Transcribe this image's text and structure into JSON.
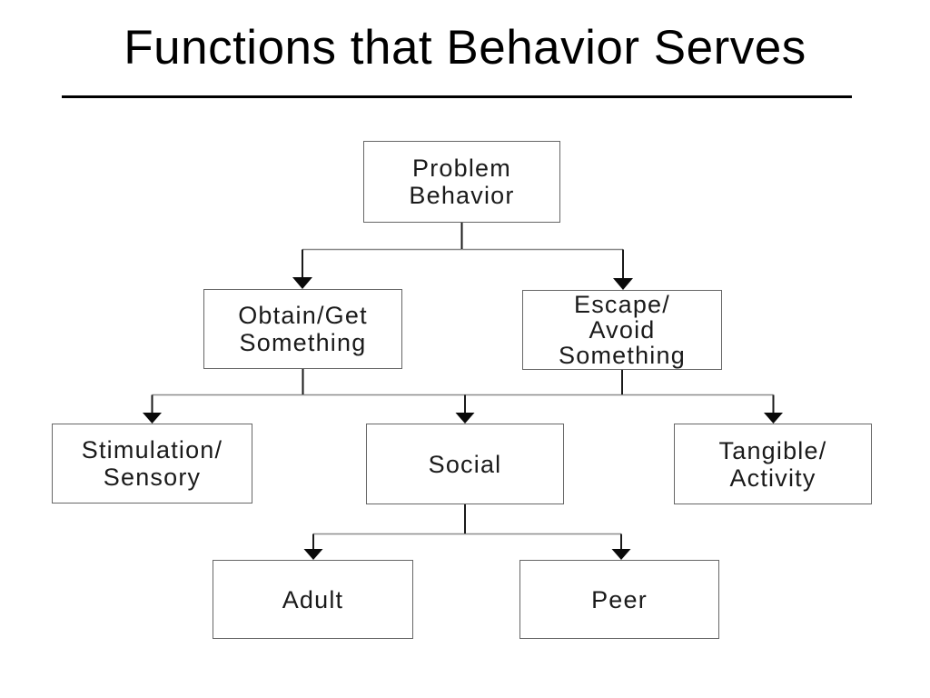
{
  "slide": {
    "title": "Functions that Behavior Serves"
  },
  "colors": {
    "background": "#ffffff",
    "title_text": "#000000",
    "title_underline": "#000000",
    "box_fill": "#ffffff",
    "box_border": "#666666",
    "box_text": "#1a1a1a",
    "connector_rail": "#8c8c8c",
    "connector_stem": "#1a1a1a",
    "arrowhead": "#0a0a0a"
  },
  "diagram": {
    "type": "flowchart",
    "nodes": [
      {
        "id": "problem-behavior",
        "label": "Problem\nBehavior"
      },
      {
        "id": "obtain-get-something",
        "label": "Obtain/Get\nSomething"
      },
      {
        "id": "escape-avoid-something",
        "label": "Escape/\nAvoid\nSomething"
      },
      {
        "id": "stimulation-sensory",
        "label": "Stimulation/\nSensory"
      },
      {
        "id": "social",
        "label": "Social"
      },
      {
        "id": "tangible-activity",
        "label": "Tangible/\nActivity"
      },
      {
        "id": "adult",
        "label": "Adult"
      },
      {
        "id": "peer",
        "label": "Peer"
      }
    ],
    "connectors": [
      {
        "from": [
          "problem-behavior"
        ],
        "to": [
          "obtain-get-something",
          "escape-avoid-something"
        ],
        "style": "shared-rail-with-arrowheads"
      },
      {
        "from": [
          "obtain-get-something",
          "escape-avoid-something"
        ],
        "to": [
          "stimulation-sensory",
          "social",
          "tangible-activity"
        ],
        "style": "shared-rail-with-arrowheads"
      },
      {
        "from": [
          "social"
        ],
        "to": [
          "adult",
          "peer"
        ],
        "style": "shared-rail-with-arrowheads"
      }
    ]
  }
}
